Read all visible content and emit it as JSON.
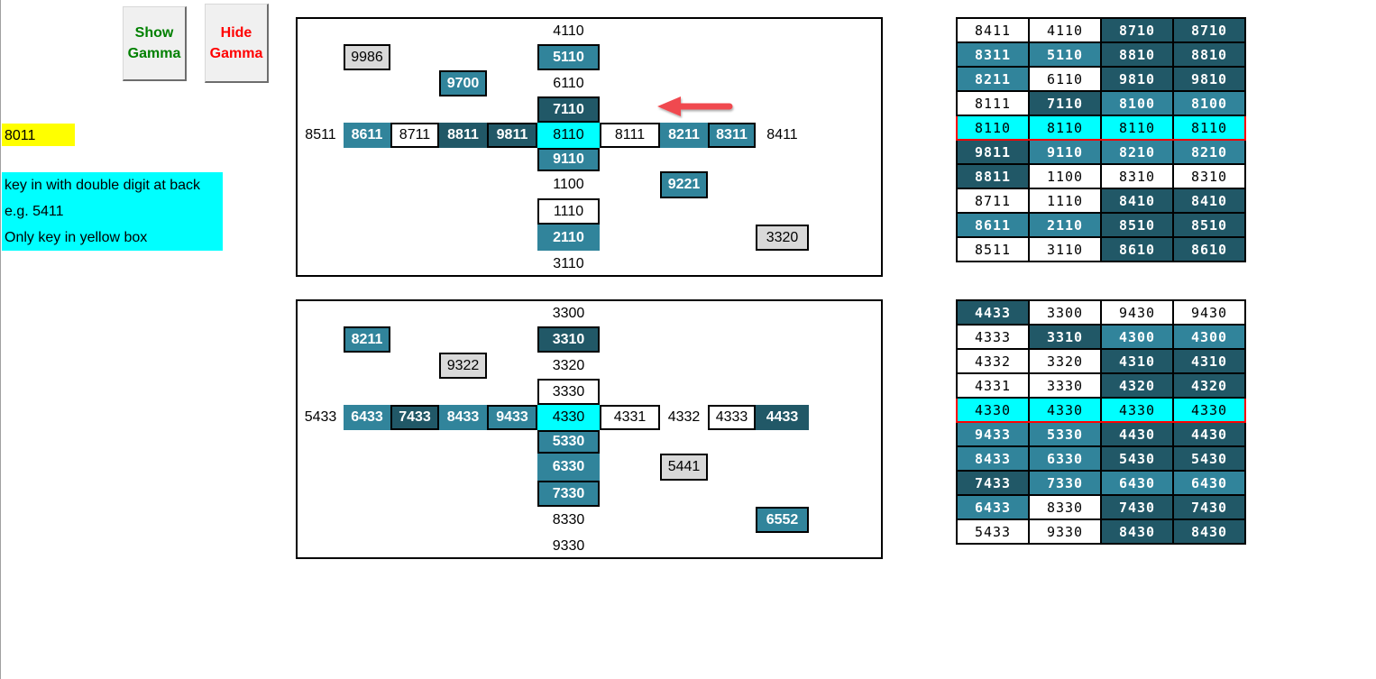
{
  "buttons": {
    "show": [
      "Show",
      "Gamma"
    ],
    "hide": [
      "Hide",
      "Gamma"
    ]
  },
  "input_value": "8011",
  "notes": [
    "key in with double digit at back",
    "e.g. 5411",
    "Only key in yellow box"
  ],
  "colors": {
    "mid": "#31849B",
    "dark": "#215867",
    "gray": "#D9D9D9",
    "cyan": "#00FFFF",
    "yellow": "#FFFF00",
    "highlight": "#FF0000"
  },
  "panel1": {
    "vertical": [
      "4110",
      "5110",
      "6110",
      "7110",
      "8110",
      "9110",
      "1100",
      "1110",
      "2110",
      "3110"
    ],
    "horizontal": [
      "8511",
      "8611",
      "8711",
      "8811",
      "9811",
      "8111",
      "8211",
      "8311",
      "8411"
    ],
    "extras": [
      "9986",
      "9700",
      "9221",
      "3320"
    ]
  },
  "panel2": {
    "vertical": [
      "3300",
      "3310",
      "3320",
      "3330",
      "4330",
      "5330",
      "6330",
      "7330",
      "8330",
      "9330"
    ],
    "horizontal": [
      "5433",
      "6433",
      "7433",
      "8433",
      "9433",
      "4331",
      "4332",
      "4333",
      "4433"
    ],
    "extras": [
      "8211",
      "9322",
      "5441",
      "6552"
    ]
  },
  "table1": {
    "rows": [
      [
        "8411",
        "4110",
        "8710",
        "8710"
      ],
      [
        "8311",
        "5110",
        "8810",
        "8810"
      ],
      [
        "8211",
        "6110",
        "9810",
        "9810"
      ],
      [
        "8111",
        "7110",
        "8100",
        "8100"
      ],
      [
        "8110",
        "8110",
        "8110",
        "8110"
      ],
      [
        "9811",
        "9110",
        "8210",
        "8210"
      ],
      [
        "8811",
        "1100",
        "8310",
        "8310"
      ],
      [
        "8711",
        "1110",
        "8410",
        "8410"
      ],
      [
        "8611",
        "2110",
        "8510",
        "8510"
      ],
      [
        "8511",
        "3110",
        "8610",
        "8610"
      ]
    ],
    "fills": [
      [
        "w",
        "w",
        "d",
        "d"
      ],
      [
        "m",
        "m",
        "d",
        "d"
      ],
      [
        "m",
        "w",
        "d",
        "d"
      ],
      [
        "w",
        "d",
        "m",
        "m"
      ],
      [
        "c",
        "c",
        "c",
        "c"
      ],
      [
        "d",
        "m",
        "m",
        "m"
      ],
      [
        "d",
        "w",
        "w",
        "w"
      ],
      [
        "w",
        "w",
        "d",
        "d"
      ],
      [
        "m",
        "m",
        "d",
        "d"
      ],
      [
        "w",
        "w",
        "d",
        "d"
      ]
    ],
    "selected_row": 4
  },
  "table2": {
    "rows": [
      [
        "4433",
        "3300",
        "9430",
        "9430"
      ],
      [
        "4333",
        "3310",
        "4300",
        "4300"
      ],
      [
        "4332",
        "3320",
        "4310",
        "4310"
      ],
      [
        "4331",
        "3330",
        "4320",
        "4320"
      ],
      [
        "4330",
        "4330",
        "4330",
        "4330"
      ],
      [
        "9433",
        "5330",
        "4430",
        "4430"
      ],
      [
        "8433",
        "6330",
        "5430",
        "5430"
      ],
      [
        "7433",
        "7330",
        "6430",
        "6430"
      ],
      [
        "6433",
        "8330",
        "7430",
        "7430"
      ],
      [
        "5433",
        "9330",
        "8430",
        "8430"
      ]
    ],
    "fills": [
      [
        "d",
        "w",
        "w",
        "w"
      ],
      [
        "w",
        "d",
        "m",
        "m"
      ],
      [
        "w",
        "w",
        "d",
        "d"
      ],
      [
        "w",
        "w",
        "d",
        "d"
      ],
      [
        "c",
        "c",
        "c",
        "c"
      ],
      [
        "m",
        "m",
        "d",
        "d"
      ],
      [
        "m",
        "m",
        "d",
        "d"
      ],
      [
        "d",
        "m",
        "m",
        "m"
      ],
      [
        "m",
        "w",
        "d",
        "d"
      ],
      [
        "w",
        "w",
        "d",
        "d"
      ]
    ],
    "selected_row": 4
  }
}
